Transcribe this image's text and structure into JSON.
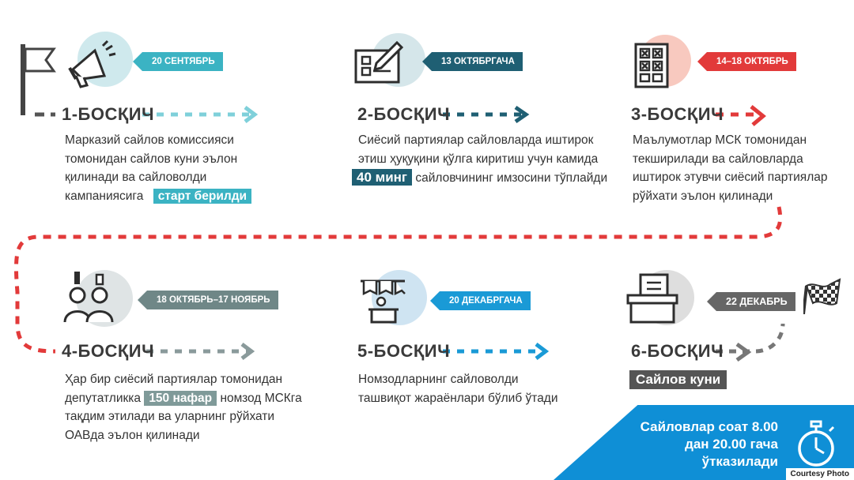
{
  "steps": [
    {
      "title": "1-БОСҚИЧ",
      "date": "20 СЕНТЯБРЬ",
      "lines": [
        "Марказий сайлов комиссияси",
        "томонидан сайлов куни эълон",
        "қилинади ва сайловолди",
        "кампаниясига"
      ],
      "highlight": "старт берилди"
    },
    {
      "title": "2-БОСҚИЧ",
      "date": "13 ОКТЯБРГАЧА",
      "lines": [
        "Сиёсий партиялар сайловларда иштирок",
        "этиш ҳуқуқини қўлга киритиш учун камида"
      ],
      "highlight": "40 минг",
      "after_highlight": "сайловчининг имзосини тўплайди"
    },
    {
      "title": "3-БОСҚИЧ",
      "date": "14–18 ОКТЯБРЬ",
      "lines": [
        "Маълумотлар МСК томонидан",
        "текширилади ва сайловларда",
        "иштирок этувчи сиёсий партиялар",
        "рўйхати эълон қилинади"
      ]
    },
    {
      "title": "4-БОСҚИЧ",
      "date": "18 ОКТЯБРЬ–17 НОЯБРЬ",
      "line1": "Ҳар бир сиёсий партиялар томонидан",
      "pre_highlight": "депутатликка",
      "highlight": "150 нафар",
      "after_highlight": "номзод МСКга",
      "lines": [
        "тақдим этилади ва уларнинг рўйхати",
        "ОАВда эълон қилинади"
      ]
    },
    {
      "title": "5-БОСҚИЧ",
      "date": "20 ДЕКАБРГАЧА",
      "lines": [
        "Номзодларнинг сайловолди",
        "ташвиқот жараёнлари бўлиб ўтади"
      ]
    },
    {
      "title": "6-БОСҚИЧ",
      "date": "22 ДЕКАБРЬ",
      "highlight": "Сайлов куни"
    }
  ],
  "footer": {
    "lines": [
      "Сайловлар соат 8.00",
      "дан 20.00 гача",
      "ўтказилади"
    ]
  },
  "credit": "Courtesy Photo",
  "colors": {
    "teal": "#3bb3c3",
    "dark_teal": "#1f5f73",
    "red": "#e23a3a",
    "gray": "#7f8c8d",
    "blue": "#1a9ad6",
    "dark": "#3f3f3f"
  }
}
